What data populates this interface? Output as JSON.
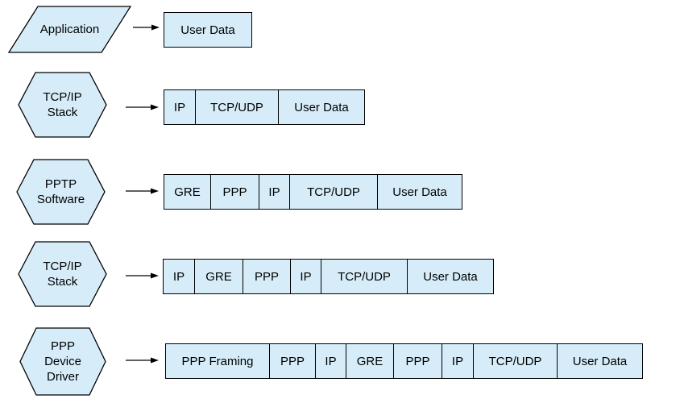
{
  "diagram": {
    "colors": {
      "fill": "#d6edf9",
      "border": "#000000",
      "text": "#000000",
      "background": "#ffffff"
    },
    "rows": [
      {
        "shape": "parallelogram",
        "label_lines": [
          "Application"
        ],
        "segments": [
          "User Data"
        ]
      },
      {
        "shape": "hexagon",
        "label_lines": [
          "TCP/IP",
          "Stack"
        ],
        "segments": [
          "IP",
          "TCP/UDP",
          "User Data"
        ]
      },
      {
        "shape": "hexagon",
        "label_lines": [
          "PPTP",
          "Software"
        ],
        "segments": [
          "GRE",
          "PPP",
          "IP",
          "TCP/UDP",
          "User Data"
        ]
      },
      {
        "shape": "hexagon",
        "label_lines": [
          "TCP/IP",
          "Stack"
        ],
        "segments": [
          "IP",
          "GRE",
          "PPP",
          "IP",
          "TCP/UDP",
          "User Data"
        ]
      },
      {
        "shape": "hexagon",
        "label_lines": [
          "PPP",
          "Device",
          "Driver"
        ],
        "segments": [
          "PPP Framing",
          "PPP",
          "IP",
          "GRE",
          "PPP",
          "IP",
          "TCP/UDP",
          "User Data"
        ]
      }
    ]
  }
}
